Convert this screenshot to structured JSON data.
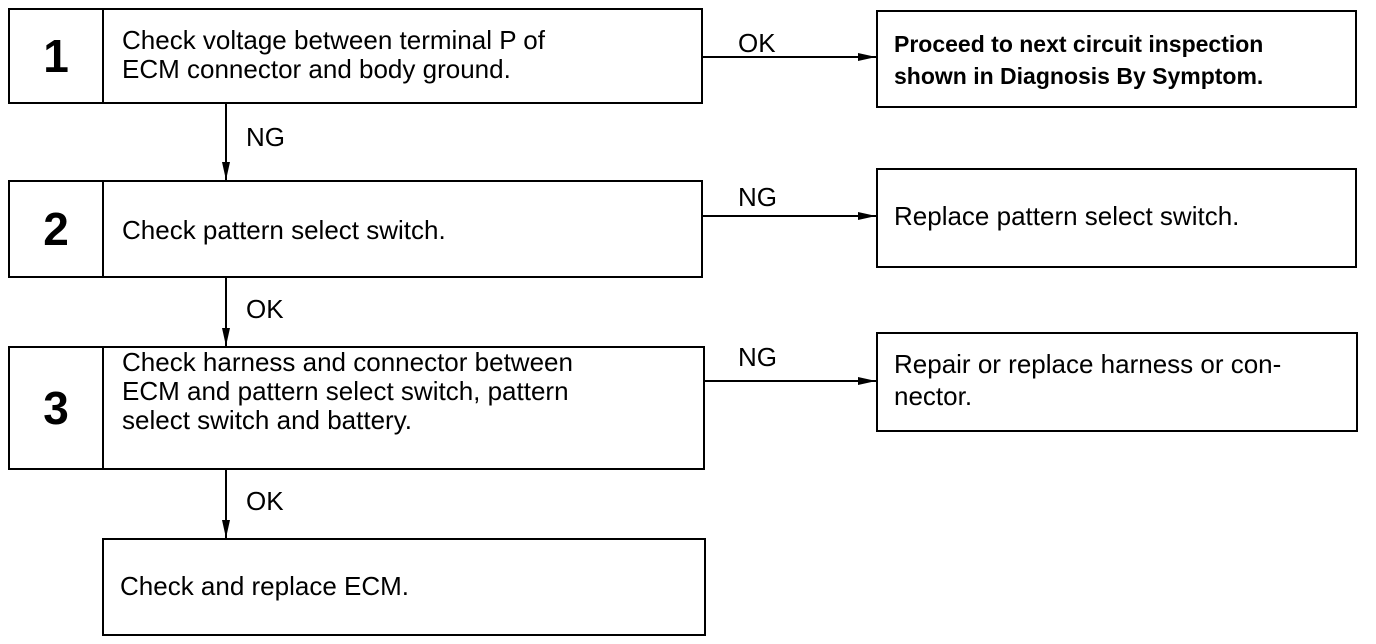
{
  "steps": [
    {
      "number": "1",
      "text": "Check voltage between terminal P of\nECM connector and body ground."
    },
    {
      "number": "2",
      "text": "Check pattern select switch."
    },
    {
      "number": "3",
      "text": "Check harness and connector between\nECM and pattern select switch, pattern\nselect switch and battery."
    }
  ],
  "final_step": {
    "text": "Check and replace ECM."
  },
  "results": [
    {
      "text": "Proceed to next circuit inspection\nshown in Diagnosis By Symptom."
    },
    {
      "text": "Replace pattern select switch."
    },
    {
      "text": "Repair or replace harness or con-\nnector."
    }
  ],
  "branch_labels": [
    "OK",
    "NG",
    "NG"
  ],
  "flow_labels": [
    "NG",
    "OK",
    "OK"
  ]
}
